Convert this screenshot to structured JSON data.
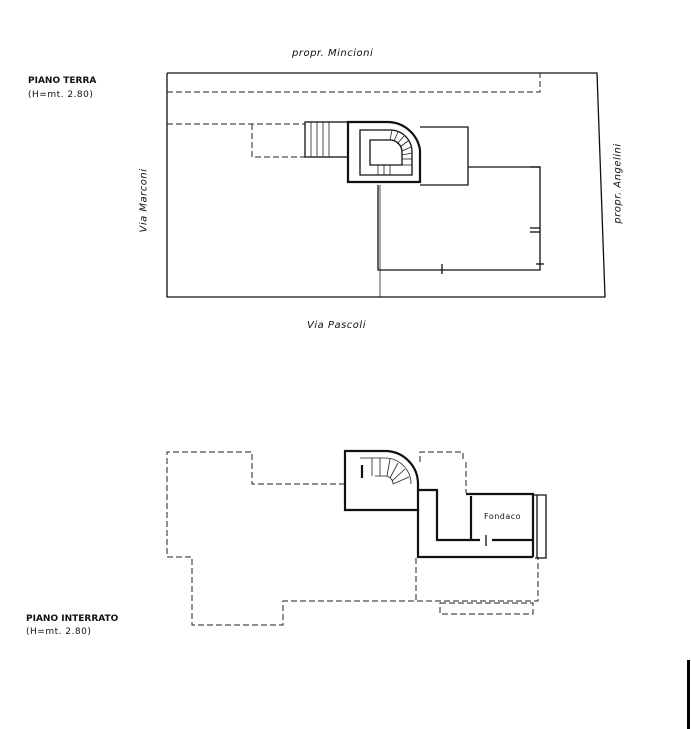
{
  "ground_floor": {
    "title": "PIANO TERRA",
    "height_note": "(H=mt. 2.80)",
    "north_label": "propr. Mincioni",
    "west_label": "Via Marconi",
    "south_label": "Via Pascoli",
    "east_label": "propr. Angelini"
  },
  "basement": {
    "title": "PIANO INTERRATO",
    "height_note": "(H=mt. 2.80)",
    "room_label": "Fondaco"
  }
}
